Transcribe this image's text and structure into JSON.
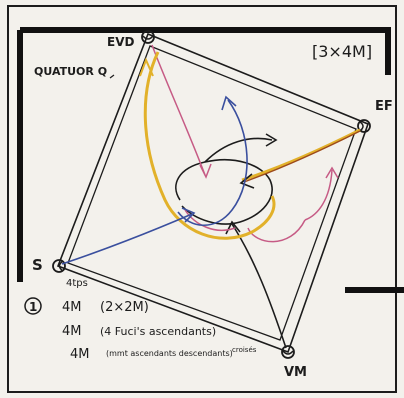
{
  "diagram": {
    "format_label": "[3×4M]",
    "title": "QUATUOR Q",
    "corners": {
      "top": "EVD",
      "right": "EF",
      "left": "S",
      "bottom": "VM"
    },
    "notes": {
      "number": "1",
      "tempo": "4tps",
      "lines": [
        {
          "count": "4M",
          "text": "(2×2M)"
        },
        {
          "count": "4M",
          "text": "(4 Fuci's ascendants)"
        },
        {
          "count": "4M",
          "text": "(mmt ascendants descendants)",
          "tail": "croisés"
        }
      ]
    },
    "colors": {
      "pink": "#c65b85",
      "blue": "#3a4f9e",
      "yellow": "#e2b12a",
      "black": "#1c1c1c",
      "paper": "#f3f1ec"
    }
  }
}
